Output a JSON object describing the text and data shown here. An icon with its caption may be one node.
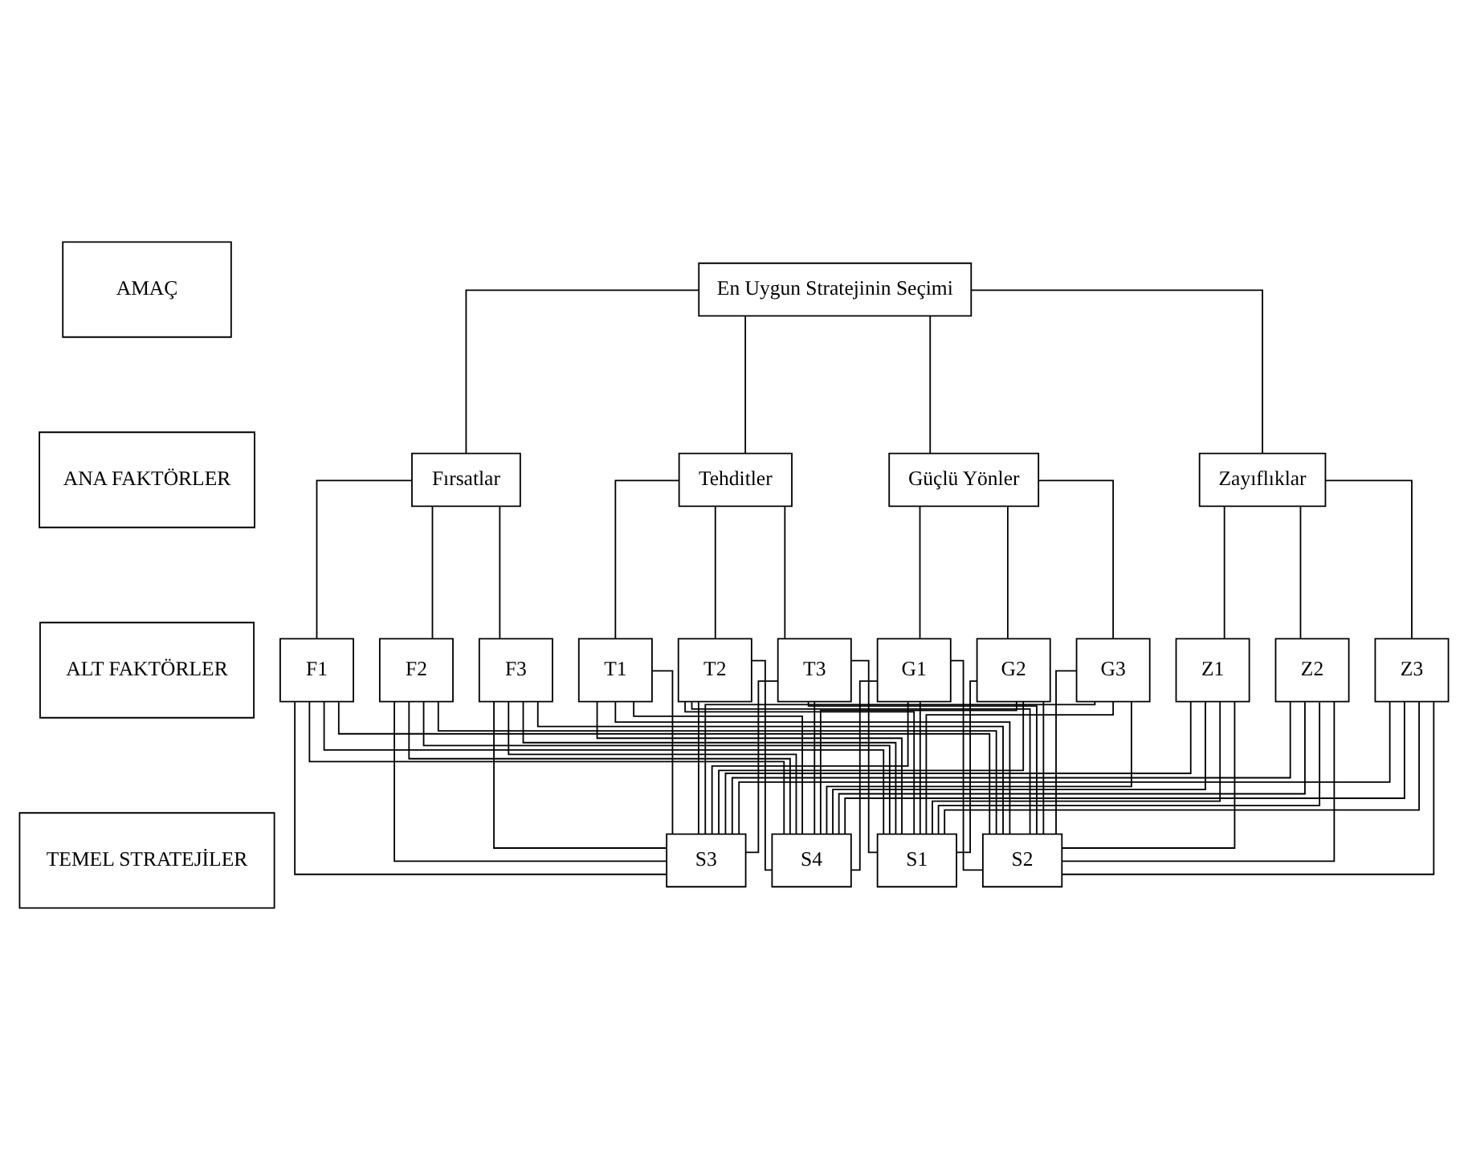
{
  "diagram": {
    "nodes": [
      {
        "text": [
          "AMAÇ"
        ]
      },
      {
        "text": [
          "En Uygun Stratejinin Seçimi"
        ]
      },
      {
        "text": [
          "ANA FAKTÖRLER"
        ]
      },
      {
        "text": [
          "Fırsatlar"
        ]
      },
      {
        "text": [
          "Tehditler"
        ]
      },
      {
        "text": [
          "Güçlü Yönler"
        ]
      },
      {
        "text": [
          "Zayıflıklar"
        ]
      },
      {
        "text": [
          "ALT FAKTÖRLER"
        ]
      },
      {
        "text": [
          "F1"
        ]
      },
      {
        "text": [
          "F2"
        ]
      },
      {
        "text": [
          "F3"
        ]
      },
      {
        "text": [
          "T1"
        ]
      },
      {
        "text": [
          "T2"
        ]
      },
      {
        "text": [
          "T3"
        ]
      },
      {
        "text": [
          "G1"
        ]
      },
      {
        "text": [
          "G2"
        ]
      },
      {
        "text": [
          "G3"
        ]
      },
      {
        "text": [
          "Z1"
        ]
      },
      {
        "text": [
          "Z2"
        ]
      },
      {
        "text": [
          "Z3"
        ]
      },
      {
        "text": [
          "TEMEL STRATEJİLER"
        ]
      },
      {
        "text": [
          "S1"
        ]
      },
      {
        "text": [
          "S2"
        ]
      },
      {
        "text": [
          "S3"
        ]
      },
      {
        "text": [
          "S4"
        ]
      }
    ],
    "edges": [
      {
        "from": 1,
        "to": 3,
        "arrow": "none"
      },
      {
        "from": 1,
        "to": 4,
        "arrow": "none"
      },
      {
        "from": 1,
        "to": 5,
        "arrow": "none"
      },
      {
        "from": 1,
        "to": 6,
        "arrow": "none"
      },
      {
        "from": 3,
        "to": 8,
        "arrow": "none"
      },
      {
        "from": 3,
        "to": 9,
        "arrow": "none"
      },
      {
        "from": 3,
        "to": 10,
        "arrow": "none"
      },
      {
        "from": 4,
        "to": 11,
        "arrow": "none"
      },
      {
        "from": 4,
        "to": 12,
        "arrow": "none"
      },
      {
        "from": 4,
        "to": 13,
        "arrow": "none"
      },
      {
        "from": 5,
        "to": 14,
        "arrow": "none"
      },
      {
        "from": 5,
        "to": 15,
        "arrow": "none"
      },
      {
        "from": 5,
        "to": 16,
        "arrow": "none"
      },
      {
        "from": 6,
        "to": 17,
        "arrow": "none"
      },
      {
        "from": 6,
        "to": 18,
        "arrow": "none"
      },
      {
        "from": 6,
        "to": 19,
        "arrow": "none"
      },
      {
        "from": 8,
        "to": 21,
        "arrow": "none"
      },
      {
        "from": 8,
        "to": 22,
        "arrow": "none"
      },
      {
        "from": 8,
        "to": 23,
        "arrow": "none"
      },
      {
        "from": 8,
        "to": 24,
        "arrow": "none"
      },
      {
        "from": 9,
        "to": 21,
        "arrow": "none"
      },
      {
        "from": 9,
        "to": 22,
        "arrow": "none"
      },
      {
        "from": 9,
        "to": 23,
        "arrow": "none"
      },
      {
        "from": 9,
        "to": 24,
        "arrow": "none"
      },
      {
        "from": 10,
        "to": 21,
        "arrow": "none"
      },
      {
        "from": 10,
        "to": 22,
        "arrow": "none"
      },
      {
        "from": 10,
        "to": 23,
        "arrow": "none"
      },
      {
        "from": 10,
        "to": 24,
        "arrow": "none"
      },
      {
        "from": 11,
        "to": 21,
        "arrow": "none"
      },
      {
        "from": 11,
        "to": 22,
        "arrow": "none"
      },
      {
        "from": 11,
        "to": 23,
        "arrow": "none"
      },
      {
        "from": 11,
        "to": 24,
        "arrow": "none"
      },
      {
        "from": 12,
        "to": 21,
        "arrow": "none"
      },
      {
        "from": 12,
        "to": 22,
        "arrow": "none"
      },
      {
        "from": 12,
        "to": 23,
        "arrow": "none"
      },
      {
        "from": 12,
        "to": 24,
        "arrow": "none"
      },
      {
        "from": 13,
        "to": 21,
        "arrow": "none"
      },
      {
        "from": 13,
        "to": 22,
        "arrow": "none"
      },
      {
        "from": 13,
        "to": 23,
        "arrow": "none"
      },
      {
        "from": 13,
        "to": 24,
        "arrow": "none"
      },
      {
        "from": 14,
        "to": 21,
        "arrow": "none"
      },
      {
        "from": 14,
        "to": 22,
        "arrow": "none"
      },
      {
        "from": 14,
        "to": 23,
        "arrow": "none"
      },
      {
        "from": 14,
        "to": 24,
        "arrow": "none"
      },
      {
        "from": 15,
        "to": 21,
        "arrow": "none"
      },
      {
        "from": 15,
        "to": 22,
        "arrow": "none"
      },
      {
        "from": 15,
        "to": 23,
        "arrow": "none"
      },
      {
        "from": 15,
        "to": 24,
        "arrow": "none"
      },
      {
        "from": 16,
        "to": 21,
        "arrow": "none"
      },
      {
        "from": 16,
        "to": 22,
        "arrow": "none"
      },
      {
        "from": 16,
        "to": 23,
        "arrow": "none"
      },
      {
        "from": 16,
        "to": 24,
        "arrow": "none"
      },
      {
        "from": 17,
        "to": 21,
        "arrow": "none"
      },
      {
        "from": 17,
        "to": 22,
        "arrow": "none"
      },
      {
        "from": 17,
        "to": 23,
        "arrow": "none"
      },
      {
        "from": 17,
        "to": 24,
        "arrow": "none"
      },
      {
        "from": 18,
        "to": 21,
        "arrow": "none"
      },
      {
        "from": 18,
        "to": 22,
        "arrow": "none"
      },
      {
        "from": 18,
        "to": 23,
        "arrow": "none"
      },
      {
        "from": 18,
        "to": 24,
        "arrow": "none"
      },
      {
        "from": 19,
        "to": 21,
        "arrow": "none"
      },
      {
        "from": 19,
        "to": 22,
        "arrow": "none"
      },
      {
        "from": 19,
        "to": 23,
        "arrow": "none"
      },
      {
        "from": 19,
        "to": 24,
        "arrow": "none"
      }
    ]
  }
}
